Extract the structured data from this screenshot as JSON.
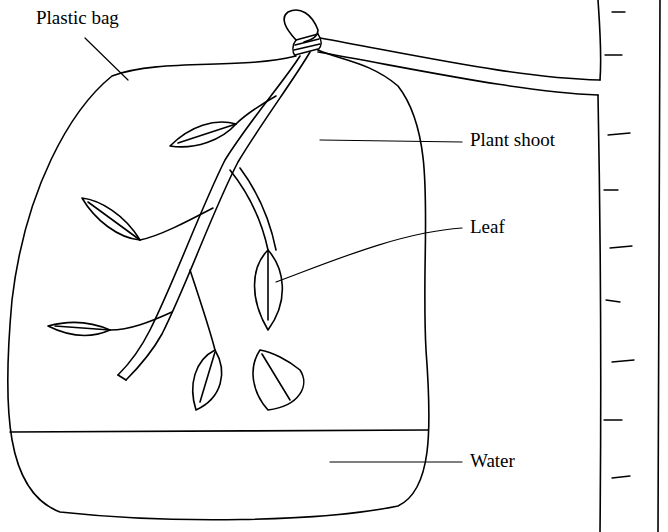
{
  "diagram": {
    "labels": [
      "Plastic bag",
      "Plant shoot",
      "Leaf",
      "Water"
    ]
  }
}
